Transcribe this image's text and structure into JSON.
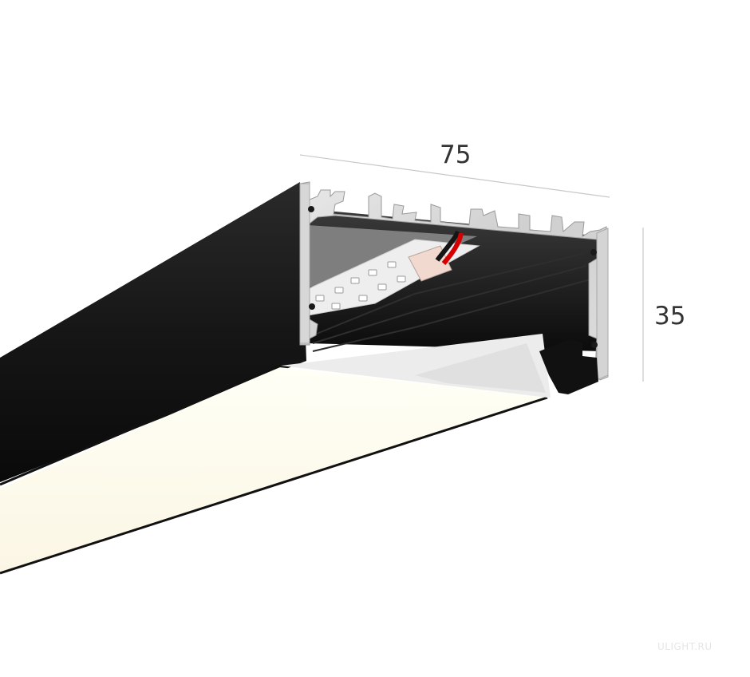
{
  "dimensions": {
    "width": "75",
    "height": "35"
  },
  "watermark": "ULIGHT.RU",
  "colors": {
    "profile_body": "#111111",
    "aluminium_end": "#d9d9d9",
    "diffuser": "#fffdf0",
    "led_strip": "#f2f2f2",
    "wire_red": "#d40000",
    "wire_black": "#151515",
    "dimension_line": "#c8c8c8"
  }
}
